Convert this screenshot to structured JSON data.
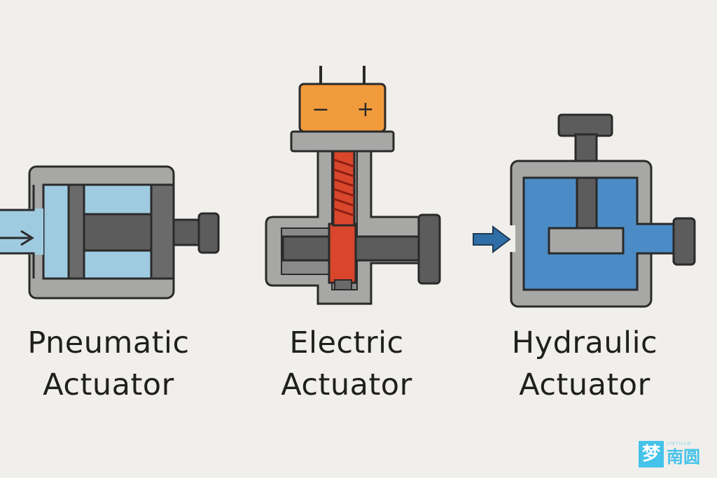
{
  "actuators": [
    {
      "line1": "Pneumatic",
      "line2": "Actuator"
    },
    {
      "line1": "Electric",
      "line2": "Actuator"
    },
    {
      "line1": "Hydraulic",
      "line2": "Actuator"
    }
  ],
  "battery": {
    "minus": "−",
    "plus": "+"
  },
  "watermark": {
    "logo_char": "梦",
    "small": "UNYUAN",
    "big": "南圆"
  },
  "colors": {
    "background": "#f1efeb",
    "frame": "#a7a7a5",
    "outline": "#2a2a2a",
    "dark_part": "#5c5c5c",
    "pneumatic_air": "#9fcbe0",
    "battery": "#f29b3c",
    "screw": "#d9462b",
    "hydraulic_fluid": "#4c8cc6",
    "arrow_blue": "#2f6ea6"
  }
}
